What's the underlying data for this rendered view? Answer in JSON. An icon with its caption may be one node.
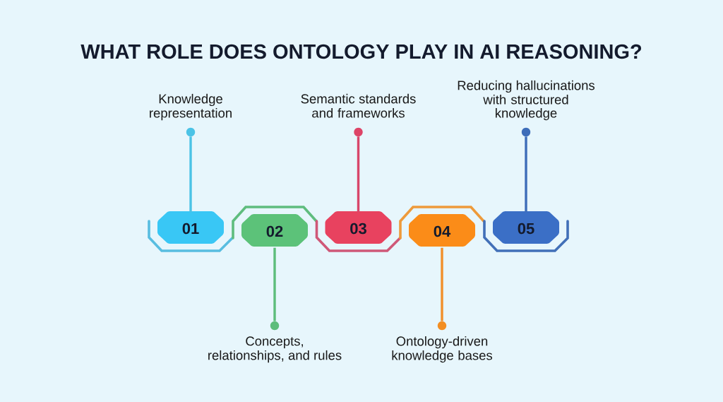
{
  "diagram": {
    "title": "WHAT ROLE DOES ONTOLOGY PLAY IN AI REASONING?",
    "nodes": [
      {
        "text": [
          "01"
        ]
      },
      {
        "text": [],
        "shape": "circle",
        "beside": [
          "Knowledge representation"
        ]
      },
      {
        "text": [
          "02"
        ]
      },
      {
        "text": [],
        "shape": "circle",
        "beside": [
          "Concepts, relationships, and rules"
        ]
      },
      {
        "text": [
          "03"
        ]
      },
      {
        "text": [],
        "shape": "circle",
        "beside": [
          "Semantic standards and frameworks"
        ]
      },
      {
        "text": [
          "04"
        ]
      },
      {
        "text": [],
        "shape": "circle",
        "beside": [
          "Ontology-driven knowledge bases"
        ]
      },
      {
        "text": [
          "05"
        ]
      },
      {
        "text": [],
        "shape": "circle",
        "beside": [
          "Reducing hallucinations with structured knowledge"
        ]
      }
    ],
    "edges": [
      {
        "from": 0,
        "to": 1,
        "arrow": "none",
        "color": "#4bc3e6"
      },
      {
        "from": 2,
        "to": 3,
        "arrow": "none",
        "color": "#5dbd7b"
      },
      {
        "from": 4,
        "to": 5,
        "arrow": "none",
        "color": "#d8466b"
      },
      {
        "from": 6,
        "to": 7,
        "arrow": "none",
        "color": "#f18f2a"
      },
      {
        "from": 8,
        "to": 9,
        "arrow": "none",
        "color": "#3e6db9"
      }
    ]
  }
}
